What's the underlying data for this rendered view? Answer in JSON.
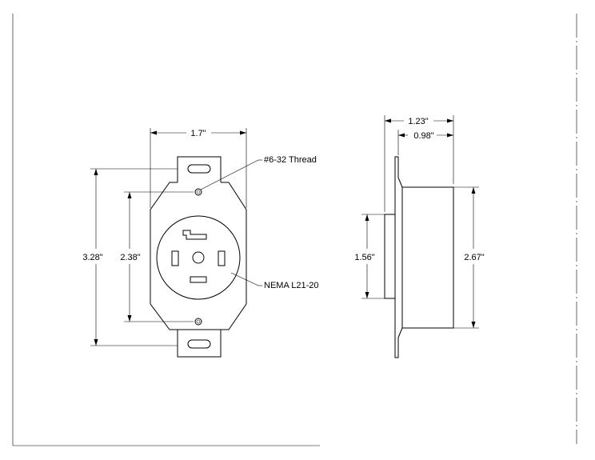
{
  "front_view": {
    "width_dim": "1.7\"",
    "overall_height_dim": "3.28\"",
    "hole_spacing_dim": "2.38\"",
    "thread_callout": "#6-32 Thread",
    "receptacle_callout": "NEMA L21-20"
  },
  "side_view": {
    "overall_depth_dim": "1.23\"",
    "body_depth_dim": "0.98\"",
    "face_height_dim": "1.56\"",
    "body_height_dim": "2.67\""
  }
}
